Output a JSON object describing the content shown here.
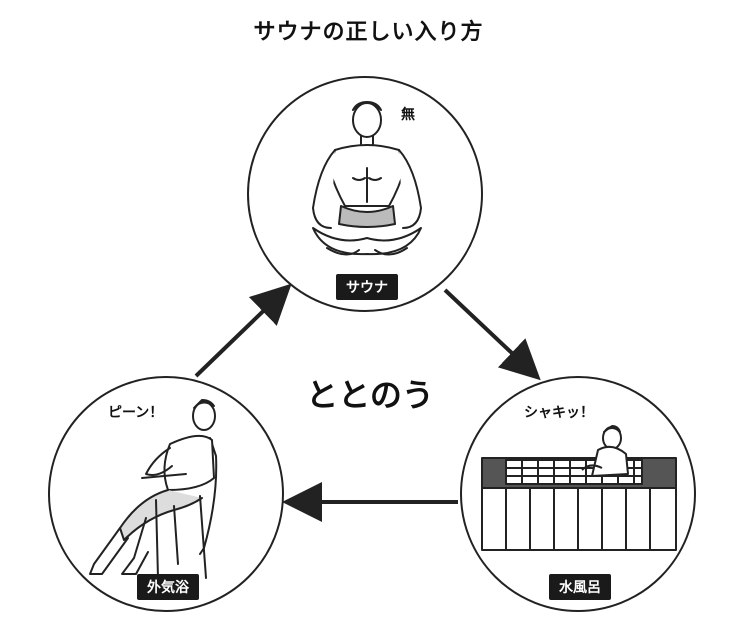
{
  "title": "サウナの正しい入り方",
  "center": "ととのう",
  "nodes": {
    "sauna": {
      "label": "サウナ",
      "sfx": "無"
    },
    "water": {
      "label": "水風呂",
      "sfx": "シャキッ！"
    },
    "outdoor": {
      "label": "外気浴",
      "sfx": "ピーン！"
    }
  },
  "colors": {
    "line": "#222222",
    "label_bg": "#1a1a1a",
    "label_text": "#ffffff"
  }
}
